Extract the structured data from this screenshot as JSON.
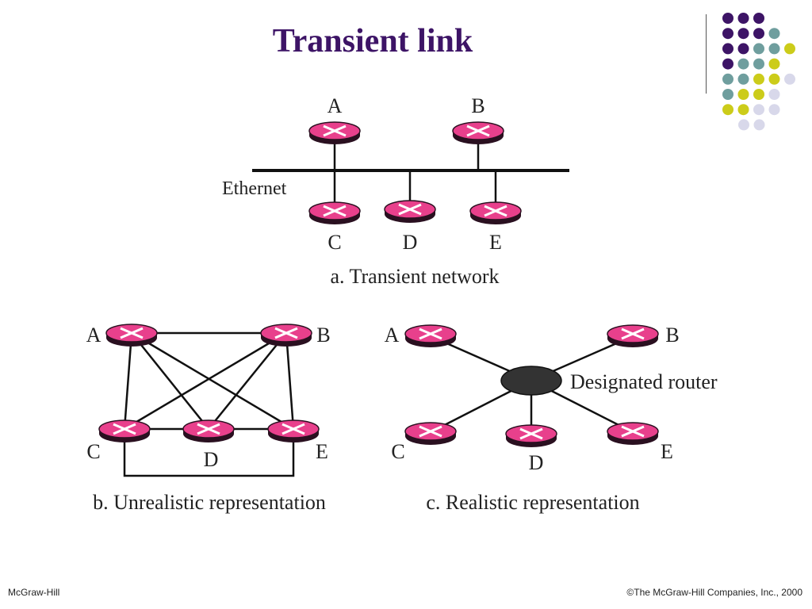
{
  "title": "Transient link",
  "colors": {
    "title": "#3d1466",
    "router_fill": "#e8408c",
    "router_rim": "#2a1020",
    "designated_router": "#333333",
    "dot_purple": "#3d1466",
    "dot_teal": "#6f9e9e",
    "dot_yellow": "#cccc1a",
    "dot_lavender": "#d8d8ea"
  },
  "decoration": {
    "dot_rows": [
      [
        "purple",
        "purple",
        "purple"
      ],
      [
        "purple",
        "purple",
        "purple",
        "teal"
      ],
      [
        "purple",
        "purple",
        "teal",
        "teal",
        "yellow"
      ],
      [
        "purple",
        "teal",
        "teal",
        "yellow"
      ],
      [
        "teal",
        "teal",
        "yellow",
        "yellow",
        "lavender"
      ],
      [
        "teal",
        "yellow",
        "yellow",
        "lavender"
      ],
      [
        "yellow",
        "yellow",
        "lavender",
        "lavender"
      ],
      [
        "lavender",
        "lavender"
      ]
    ]
  },
  "panel_a": {
    "caption": "a. Transient network",
    "medium_label": "Ethernet",
    "routers": [
      "A",
      "B",
      "C",
      "D",
      "E"
    ]
  },
  "panel_b": {
    "caption": "b. Unrealistic representation",
    "routers": [
      "A",
      "B",
      "C",
      "D",
      "E"
    ],
    "links": [
      [
        "A",
        "B"
      ],
      [
        "A",
        "C"
      ],
      [
        "A",
        "D"
      ],
      [
        "A",
        "E"
      ],
      [
        "B",
        "C"
      ],
      [
        "B",
        "D"
      ],
      [
        "B",
        "E"
      ],
      [
        "C",
        "D"
      ],
      [
        "D",
        "E"
      ],
      [
        "C",
        "E"
      ]
    ]
  },
  "panel_c": {
    "caption": "c. Realistic representation",
    "designated_router_label": "Designated router",
    "routers": [
      "A",
      "B",
      "C",
      "D",
      "E"
    ]
  },
  "footer": {
    "publisher": "McGraw-Hill",
    "copyright": "©The McGraw-Hill Companies, Inc., 2000"
  }
}
